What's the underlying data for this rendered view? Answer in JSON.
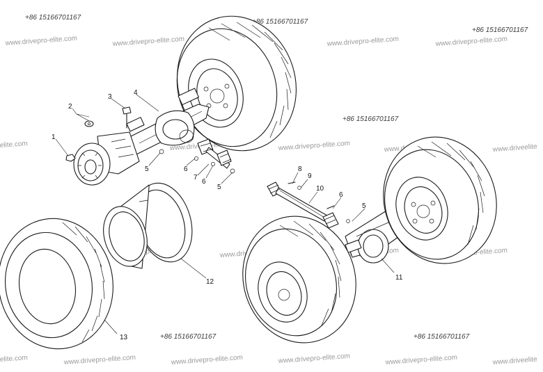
{
  "watermarks": {
    "phone": "+86 15166701167",
    "site": "www.drivepro-elite.com",
    "site_fragment_left": "elite.com",
    "site_fragment_right": "www.driveelite"
  },
  "parts": {
    "p1": "1",
    "p2": "2",
    "p3": "3",
    "p4": "4",
    "p5": "5",
    "p6": "6",
    "p7": "7",
    "p8": "8",
    "p9": "9",
    "p10": "10",
    "p11": "11",
    "p12": "12",
    "p13": "13"
  },
  "colors": {
    "line": "#1a1a1a",
    "watermark": "#9a9a9a",
    "background": "#ffffff"
  }
}
